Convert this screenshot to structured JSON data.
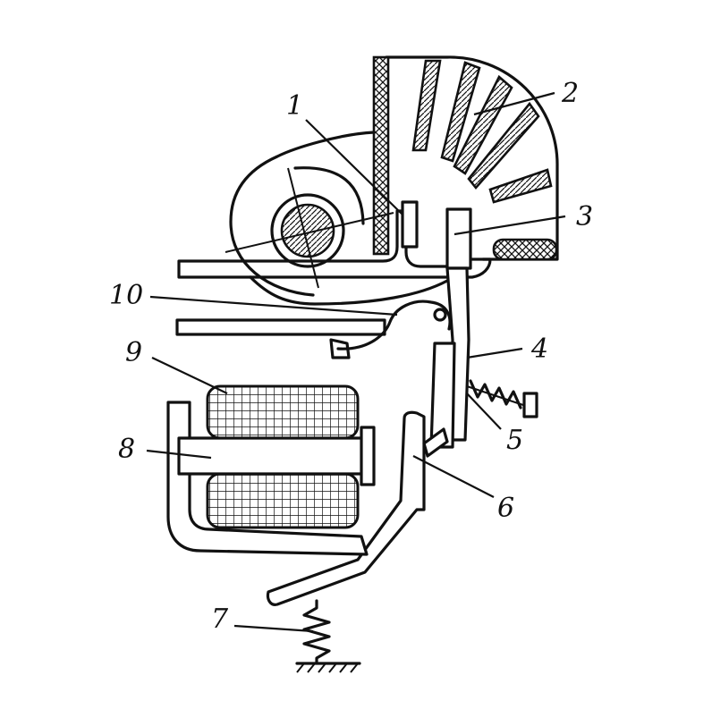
{
  "figure": {
    "callouts": [
      {
        "id": "1",
        "text": "1"
      },
      {
        "id": "2",
        "text": "2"
      },
      {
        "id": "3",
        "text": "3"
      },
      {
        "id": "4",
        "text": "4"
      },
      {
        "id": "5",
        "text": "5"
      },
      {
        "id": "6",
        "text": "6"
      },
      {
        "id": "7",
        "text": "7"
      },
      {
        "id": "8",
        "text": "8"
      },
      {
        "id": "9",
        "text": "9"
      },
      {
        "id": "10",
        "text": "10"
      }
    ]
  },
  "colors": {
    "ink": "#111111",
    "paper": "#ffffff"
  }
}
